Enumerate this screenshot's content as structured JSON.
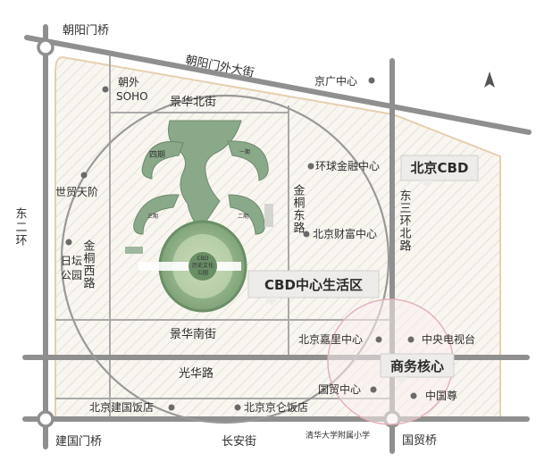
{
  "map": {
    "roads": {
      "chaoyangmen_bridge": "朝阳门桥",
      "chaoyangmenwai": "朝阳门外大街",
      "jinghua_north": "景华北街",
      "jinghua_south": "景华南街",
      "guanghua": "光华路",
      "changan": "长安街",
      "east_2nd_ring": "东二环",
      "east_3rd_ring": "东三环北路",
      "jintong_east": "金桐东路",
      "jintong_west": "金桐西路",
      "jianguomen_bridge": "建国门桥",
      "guomao_bridge": "国贸桥"
    },
    "pois": {
      "jingguang": "京广中心",
      "huanqiu": "环球金融中心",
      "beijing_caifu": "北京财富中心",
      "chaowai_soho_line1": "朝外",
      "chaowai_soho_line2": "SOHO",
      "shimao": "世贸天阶",
      "ritan_line1": "日坛",
      "ritan_line2": "公园",
      "jiali": "北京嘉里中心",
      "cctv": "中央电视台",
      "guomao": "国贸中心",
      "zhongguozun": "中国尊",
      "jianguo_hotel": "北京建国饭店",
      "jinglun": "北京京仑饭店",
      "tsinghua_school": "清华大学附属小学"
    },
    "park": {
      "line1": "CBD",
      "line2": "历史文化",
      "line3": "公园"
    },
    "buildings": {
      "siqi": "四期",
      "sanqi": "三期",
      "yiqi": "一期",
      "erqi": "二期"
    },
    "callouts": {
      "beijing_cbd": "北京CBD",
      "cbd_life": "CBD中心生活区",
      "business_core": "商务核心"
    },
    "colors": {
      "green_area": "#8aa989",
      "road": "#8f8f8f",
      "district_fill": "#f8f4ec",
      "district_border": "#e3c9a1",
      "core_circle": "#e4b2b7"
    }
  }
}
